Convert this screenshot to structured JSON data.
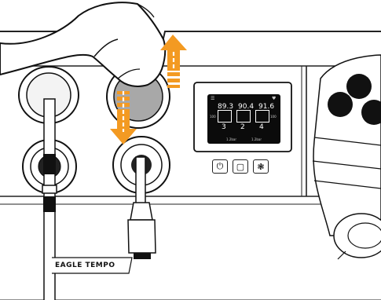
{
  "brand": {
    "logo_text": "EAGLE TEMPO"
  },
  "display": {
    "temps": [
      "89.3",
      "90.4",
      "91.6"
    ],
    "counts": [
      "3",
      "2",
      "4"
    ],
    "left_value": "100",
    "right_value": "100",
    "footer_left": "1.2bar",
    "footer_mid": "1.2bar"
  },
  "buttons": {
    "power_icon": "power-icon",
    "cup_icon": "cup-icon",
    "settings_icon": "settings-icon"
  },
  "colors": {
    "arrow_orange": "#f39a22",
    "dashed_white": "#ffffff",
    "knob_gray": "#a8a8a8",
    "screen_bg": "#0b0b0b"
  },
  "instruction": {
    "direction_icon": "up-down-arrow-icon"
  }
}
